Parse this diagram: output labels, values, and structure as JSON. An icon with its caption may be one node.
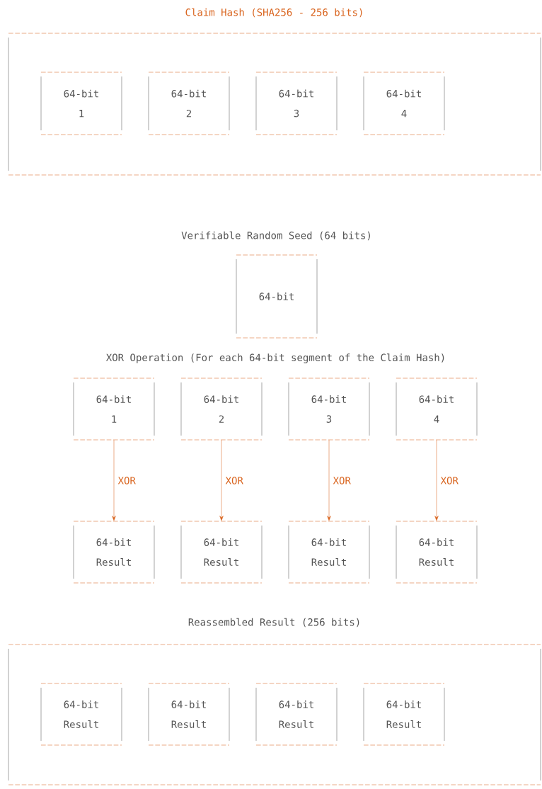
{
  "diagram": {
    "nodes": [
      {
        "text": [
          "Claim Hash (SHA256 - 256 bits)"
        ]
      },
      {
        "text": [
          "64-bit 1"
        ],
        "in": 0
      },
      {
        "text": [
          "64-bit 2"
        ],
        "in": 0
      },
      {
        "text": [
          "64-bit 3"
        ],
        "in": 0
      },
      {
        "text": [
          "64-bit 4"
        ],
        "in": 0
      },
      {
        "text": [
          "Verifiable Random Seed (64 bits)",
          "64-bit"
        ]
      },
      {
        "text": [
          "64-bit 1"
        ]
      },
      {
        "text": [
          "64-bit 2"
        ]
      },
      {
        "text": [
          "64-bit 3"
        ]
      },
      {
        "text": [
          "64-bit 4"
        ]
      },
      {
        "text": [
          "64-bit Result"
        ]
      },
      {
        "text": [
          "64-bit Result"
        ]
      },
      {
        "text": [
          "64-bit Result"
        ]
      },
      {
        "text": [
          "64-bit Result"
        ]
      },
      {
        "text": [
          "Reassembled Result (256 bits)"
        ]
      },
      {
        "text": [
          "64-bit Result"
        ],
        "in": 14
      },
      {
        "text": [
          "64-bit Result"
        ],
        "in": 14
      },
      {
        "text": [
          "64-bit Result"
        ],
        "in": 14
      },
      {
        "text": [
          "64-bit Result"
        ],
        "in": 14
      }
    ],
    "edges": [
      {
        "from": 6,
        "to": 10,
        "arrow": "to",
        "label": "XOR"
      },
      {
        "from": 7,
        "to": 11,
        "arrow": "to",
        "label": "XOR"
      },
      {
        "from": 8,
        "to": 12,
        "arrow": "to",
        "label": "XOR"
      },
      {
        "from": 9,
        "to": 13,
        "arrow": "to",
        "label": "XOR"
      }
    ],
    "labels": [
      "XOR Operation (For each 64-bit segment of the Claim Hash)"
    ]
  }
}
